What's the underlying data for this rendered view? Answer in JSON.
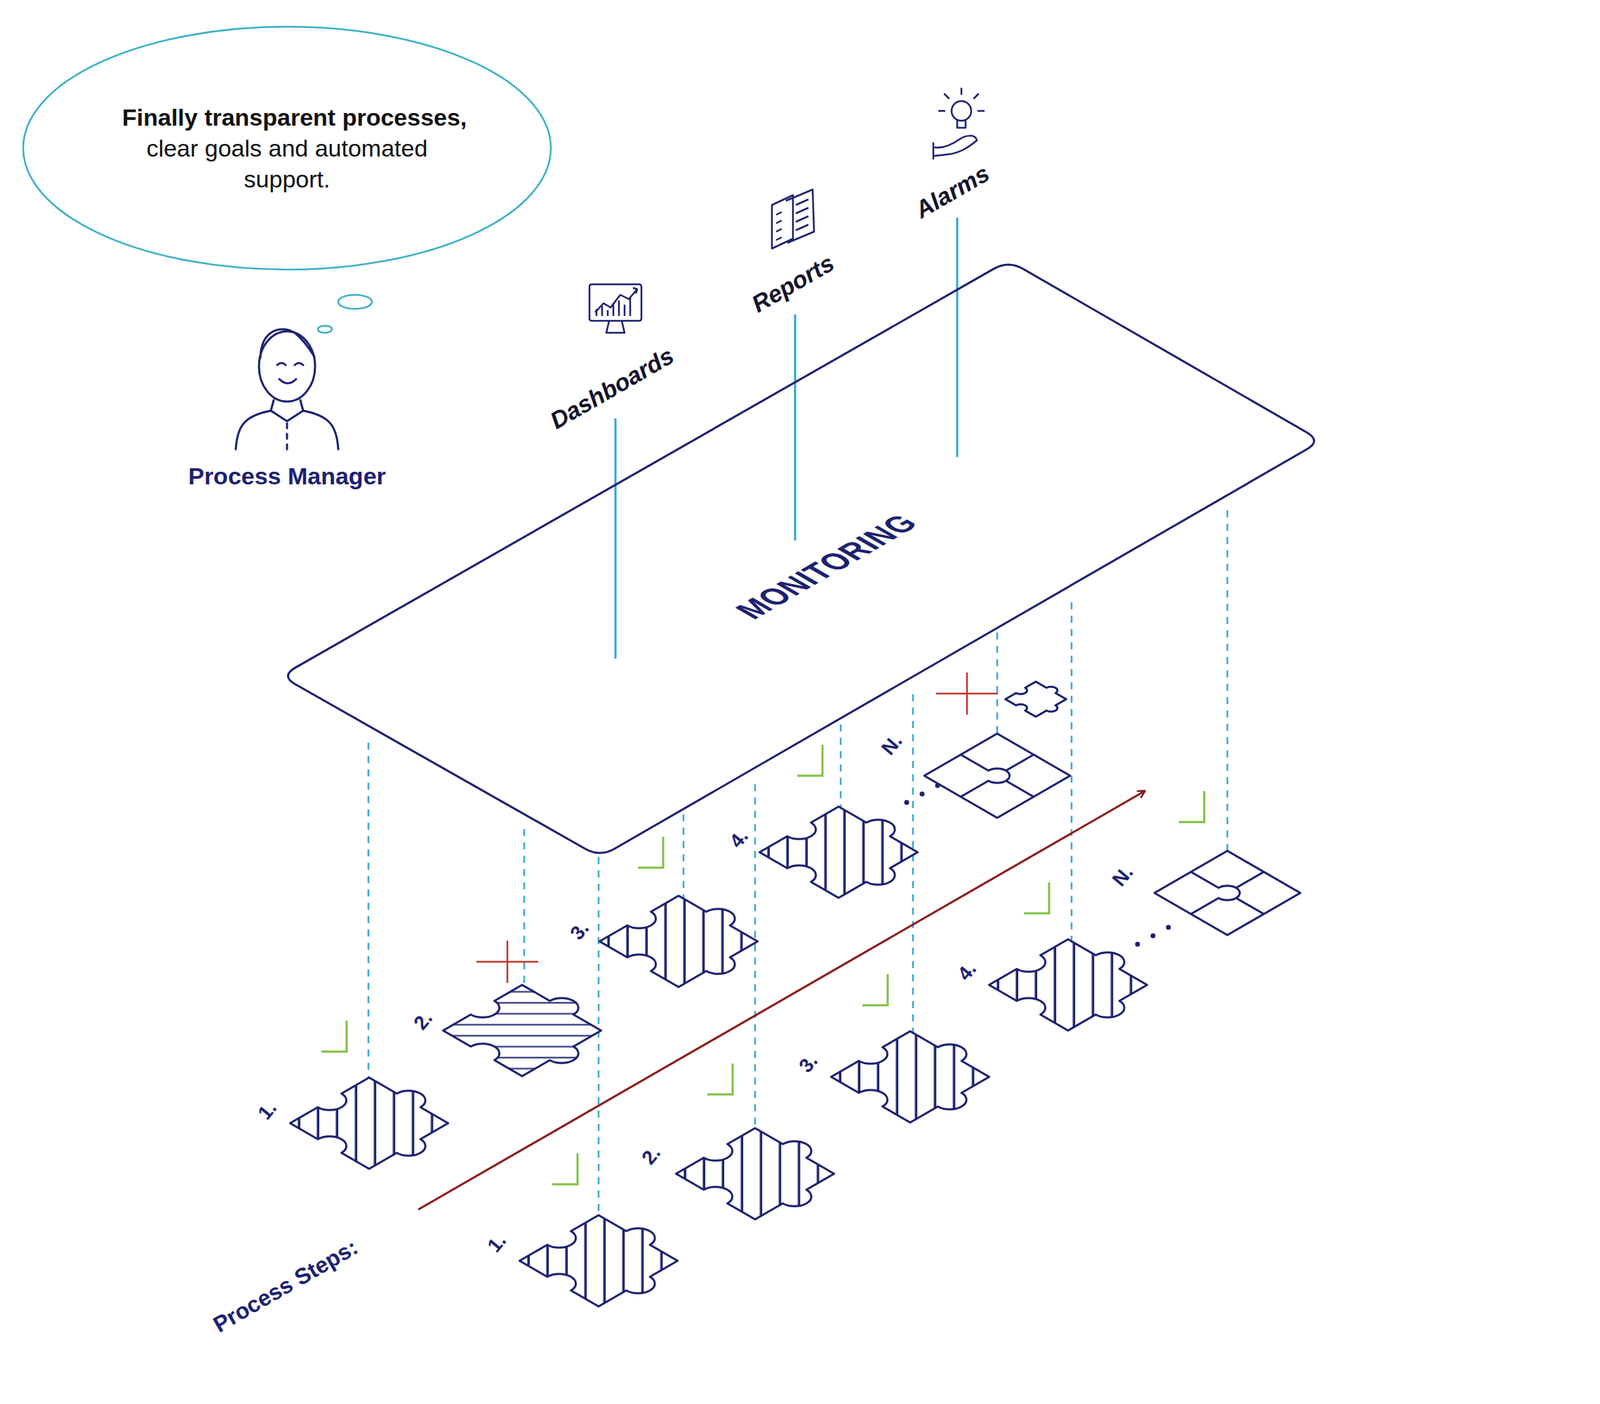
{
  "diagram": {
    "nodes": [
      {
        "text": [
          "Finally transparent processes,",
          "clear goals and automated support."
        ]
      },
      {
        "text": [
          "MONITORING"
        ]
      }
    ],
    "labels": [
      "Process Manager",
      "Dashboards",
      "Reports",
      "Alarms",
      "1.",
      "2.",
      "3.",
      "4.",
      "N.",
      "1.",
      "2.",
      "3.",
      "4.",
      "N.",
      "Process Steps:"
    ]
  }
}
